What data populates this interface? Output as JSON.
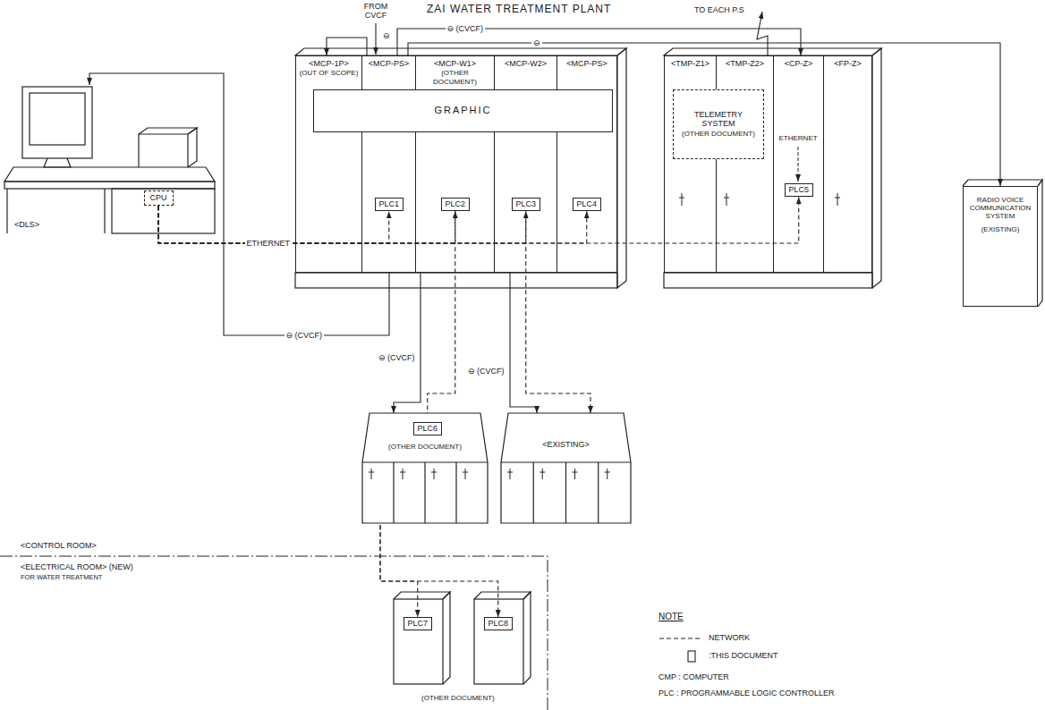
{
  "diagram": {
    "title": "ZAI WATER TREATMENT PLANT",
    "nodes": [
      {
        "text": [
          "<DLS>"
        ]
      },
      {
        "text": [
          "CPU"
        ],
        "in": 0
      },
      {
        "text": [
          "<MCP-1P>",
          "(OUT OF SCOPE)"
        ]
      },
      {
        "text": [
          "<MCP-PS>"
        ]
      },
      {
        "text": [
          "<MCP-W1>",
          "(OTHER DOCUMENT)"
        ]
      },
      {
        "text": [
          "<MCP-W2>"
        ]
      },
      {
        "text": [
          "<MCP-PS>"
        ]
      },
      {
        "text": [
          "GRAPHIC"
        ]
      },
      {
        "text": [
          "PLC1"
        ],
        "in": 3
      },
      {
        "text": [
          "PLC2"
        ],
        "in": 4
      },
      {
        "text": [
          "PLC3"
        ],
        "in": 5
      },
      {
        "text": [
          "PLC4"
        ],
        "in": 6
      },
      {
        "text": [
          "<TMP-Z1>"
        ]
      },
      {
        "text": [
          "<TMP-Z2>"
        ]
      },
      {
        "text": [
          "TELEMETRY SYSTEM",
          "(OTHER DOCUMENT)"
        ]
      },
      {
        "text": [
          "<CP-Z>"
        ]
      },
      {
        "text": [
          "PLC5"
        ],
        "in": 15
      },
      {
        "text": [
          "<FP-Z>"
        ]
      },
      {
        "text": [
          "RADIO VOICE COMMUNICATION SYSTEM",
          "(EXISTING)"
        ]
      },
      {
        "text": [
          "(OTHER DOCUMENT)"
        ]
      },
      {
        "text": [
          "PLC6"
        ],
        "in": 19
      },
      {
        "text": [
          "<EXISTING>"
        ]
      },
      {
        "text": [
          "PLC7"
        ]
      },
      {
        "text": [
          "PLC8"
        ]
      }
    ],
    "edges": [
      {
        "from": 1,
        "to": 8,
        "arrow": "to",
        "label": "ETHERNET"
      },
      {
        "from": 1,
        "to": 9,
        "arrow": "to"
      },
      {
        "from": 1,
        "to": 10,
        "arrow": "to"
      },
      {
        "from": 1,
        "to": 11,
        "arrow": "to"
      },
      {
        "from": 1,
        "to": 16,
        "arrow": "to"
      },
      {
        "from": 9,
        "to": 20,
        "arrow": "to"
      },
      {
        "from": 20,
        "to": 22,
        "arrow": "to"
      },
      {
        "from": 20,
        "to": 23,
        "arrow": "to"
      },
      {
        "from": 10,
        "to": 21,
        "arrow": "to"
      },
      {
        "from": 3,
        "to": 0,
        "arrow": "to",
        "label": "⊖ (CVCF)"
      },
      {
        "from": 3,
        "to": 2,
        "arrow": "to"
      },
      {
        "from": 3,
        "to": 15,
        "arrow": "to",
        "label": "⊖ (CVCF)"
      },
      {
        "from": 3,
        "to": 18,
        "arrow": "to",
        "label": "⊖"
      },
      {
        "from": 4,
        "to": 19,
        "arrow": "to",
        "label": "⊖ (CVCF)"
      },
      {
        "from": 5,
        "to": 21,
        "arrow": "to",
        "label": "⊖ (CVCF)"
      }
    ],
    "labels": [
      "FROM CVCF",
      "⊖",
      "TO EACH P.S",
      "ETHERNET",
      "<CONTROL ROOM>",
      "<ELECTRICAL ROOM> (NEW)",
      "FOR WATER TREATMENT",
      "(OTHER DOCUMENT)",
      "NOTE",
      "CMP : COMPUTER",
      "PLC : PROGRAMMABLE LOGIC CONTROLLER"
    ],
    "legend": [
      {
        "text": "NETWORK"
      },
      {
        "text": ":THIS DOCUMENT"
      }
    ]
  }
}
